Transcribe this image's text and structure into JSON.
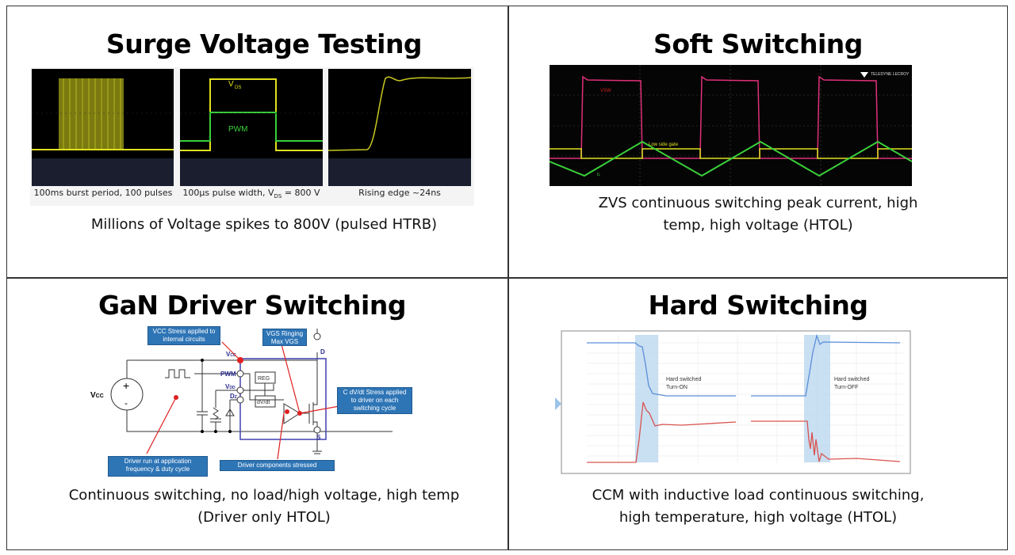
{
  "quadrants": {
    "surge": {
      "title": "Surge Voltage Testing",
      "scope_captions": [
        "100ms burst period, 100 pulses",
        "100µs pulse width, V",
        "DS",
        " = 800 V",
        "Rising edge ~24ns"
      ],
      "trace_labels": {
        "vds": "V",
        "vds_sub": "DS",
        "pwm": "PWM"
      },
      "description": "Millions of Voltage spikes to 800V (pulsed HTRB)"
    },
    "soft": {
      "title": "Soft Switching",
      "trace_labels": {
        "sw": "VSW",
        "gate": "Low side gate",
        "il": "IL"
      },
      "logo": "TELEDYNE LECROY",
      "description_lines": [
        "ZVS continuous switching peak current, high",
        "temp, high voltage (HTOL)"
      ]
    },
    "driver": {
      "title": "GaN Driver Switching",
      "labels": {
        "vcc": "V",
        "vcc_sub": "CC",
        "pwm": "PWM",
        "vdd": "V",
        "vdd_sub": "DD",
        "dz": "D",
        "dz_sub": "Z",
        "reg": "REG",
        "dvdt": "dV/dt",
        "d": "D",
        "s": "S"
      },
      "callouts": {
        "vcc_stress": "VCC Stress applied to internal circuits",
        "vgs_ringing": "VGS Ringing Max VGS",
        "cdvdt": "C dV/dt Stress applied to driver on each switching cycle",
        "app_freq": "Driver run at application frequency & duty cycle",
        "components": "Driver components stressed"
      },
      "description_lines": [
        "Continuous switching, no load/high voltage, high temp",
        "(Driver only HTOL)"
      ]
    },
    "hard": {
      "title": "Hard Switching",
      "annotations": {
        "turn_on": [
          "Hard switched",
          "Turn-ON"
        ],
        "turn_off": [
          "Hard switched",
          "Turn-OFF"
        ]
      },
      "colors": {
        "voltage": "#5b8fd9",
        "current": "#d9534f",
        "highlight": "#bcd7ef"
      },
      "description_lines": [
        "CCM with inductive load continuous switching,",
        "high temperature, high voltage (HTOL)"
      ]
    }
  }
}
